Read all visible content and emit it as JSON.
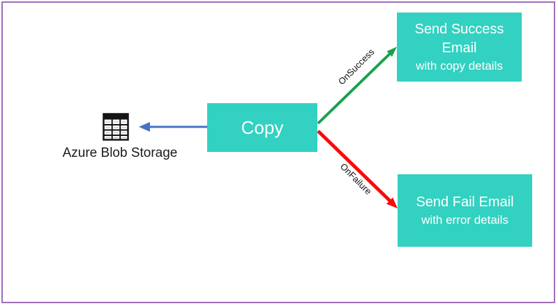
{
  "canvas": {
    "border_color": "#9F6CB8",
    "background_color": "#FFFFFF"
  },
  "nodes": {
    "source": {
      "label": "Azure Blob Storage",
      "icon": "table-icon"
    },
    "copy": {
      "label": "Copy",
      "fill_color": "#33D1C1",
      "text_color": "#FFFFFF"
    },
    "success_email": {
      "title_line1": "Send Success",
      "title_line2": "Email",
      "subtitle": "with copy details",
      "fill_color": "#33D1C1",
      "text_color": "#FFFFFF"
    },
    "fail_email": {
      "title": "Send Fail Email",
      "subtitle": "with error details",
      "fill_color": "#33D1C1",
      "text_color": "#FFFFFF"
    }
  },
  "edges": {
    "copy_to_source": {
      "color": "#4472C4"
    },
    "on_success": {
      "label": "OnSuccess",
      "color": "#17A24D"
    },
    "on_failure": {
      "label": "OnFailure",
      "color": "#FB0A0A"
    }
  }
}
